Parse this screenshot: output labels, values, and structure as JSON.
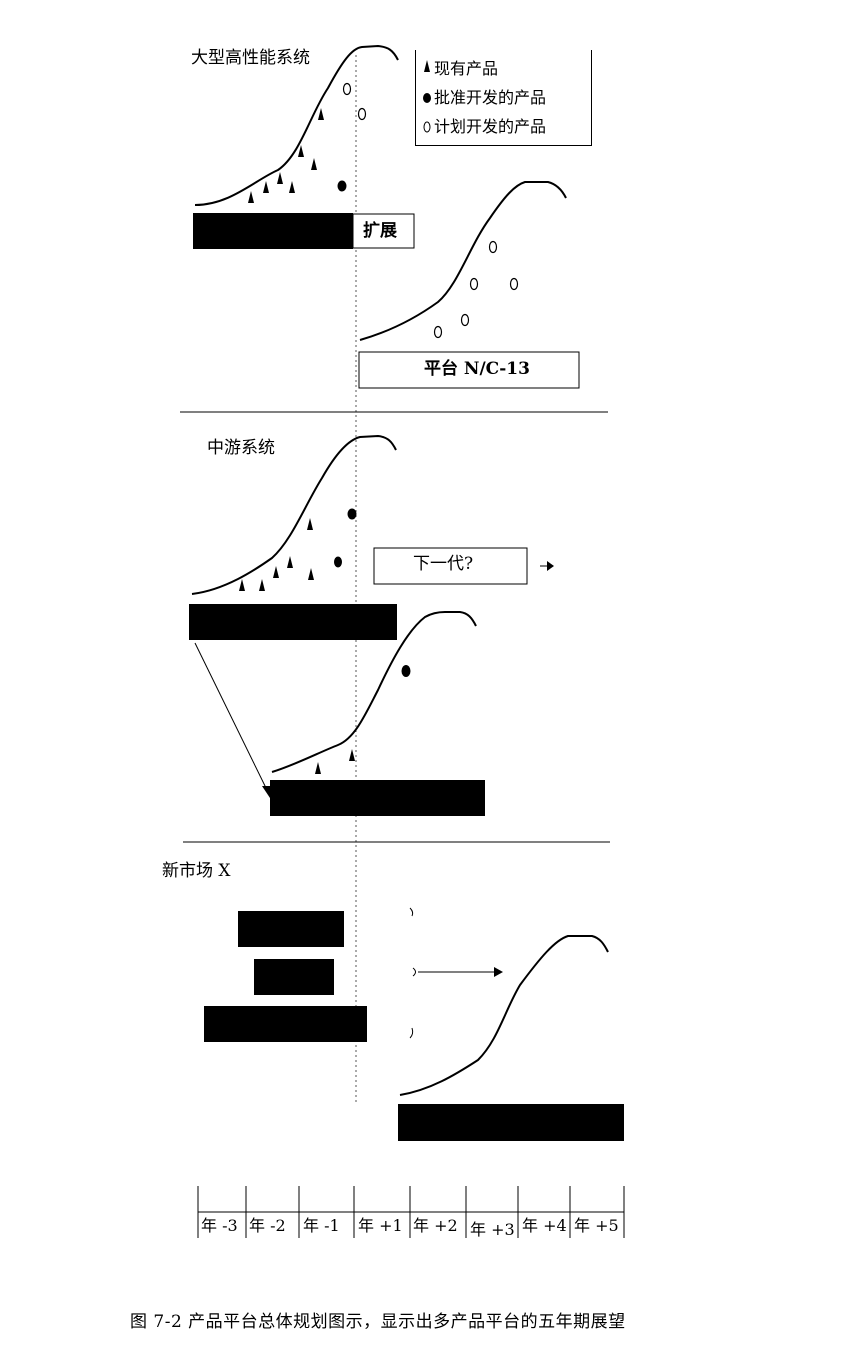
{
  "sections": {
    "top": {
      "title": "大型高性能系统"
    },
    "middle": {
      "title": "中游系统"
    },
    "bottom": {
      "title": "新市场 X"
    }
  },
  "legend": {
    "existing": "现有产品",
    "approved": "批准开发的产品",
    "planned": "计划开发的产品"
  },
  "labels": {
    "extension": "扩展",
    "platform": "平台 N/C-13",
    "next_generation": "下一代?"
  },
  "timeline": [
    "年 -3",
    "年 -2",
    "年 -1",
    "年 +1",
    "年 +2",
    "年 +3",
    "年 +4",
    "年 +5"
  ],
  "caption": "图 7-2  产品平台总体规划图示，显示出多产品平台的五年期展望"
}
